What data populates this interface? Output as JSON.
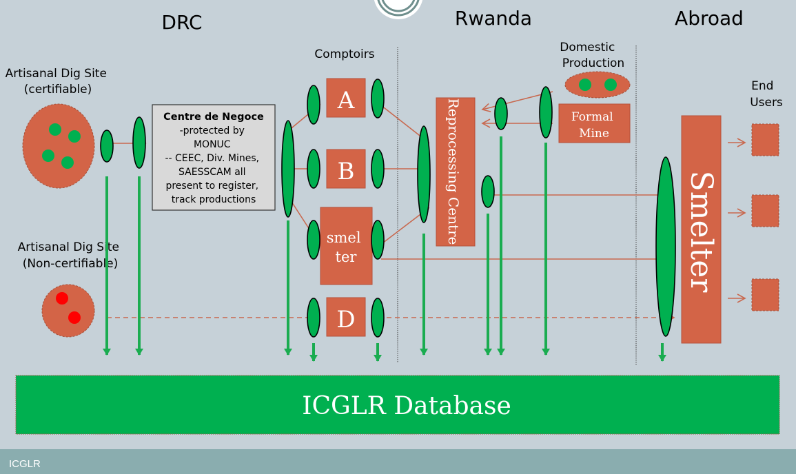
{
  "colors": {
    "background": "#c6d1d8",
    "entity_fill": "#d36447",
    "entity_stroke": "#b5503a",
    "node_green": "#00b050",
    "db_green": "#00b050",
    "flow_arrow": "#c8694f",
    "report_arrow": "#1aac50",
    "footer": "#8aadaf",
    "red_dot": "#ff0000"
  },
  "regions": {
    "drc": "DRC",
    "rwanda": "Rwanda",
    "abroad": "Abroad"
  },
  "labels": {
    "certifiable_site": [
      "Artisanal Dig Site",
      "(certifiable)"
    ],
    "noncertifiable_site": [
      "Artisanal Dig Site",
      "(Non-certifiable)"
    ],
    "comptoirs": "Comptoirs",
    "domestic_production": [
      "Domestic",
      "Production"
    ],
    "end_users": [
      "End",
      "Users"
    ]
  },
  "centre_de_negoce": {
    "title": "Centre de Negoce",
    "lines": [
      "-protected by",
      "MONUC",
      "-- CEEC, Div. Mines,",
      "SAESSCAM all",
      "present to register,",
      "track productions"
    ]
  },
  "comptoir_boxes": {
    "a": "A",
    "b": "B",
    "smelter": [
      "smel",
      "ter"
    ],
    "d": "D"
  },
  "reprocessing_centre": "Reprocessing Centre",
  "formal_mine": [
    "Formal",
    "Mine"
  ],
  "smelter_abroad": "Smelter",
  "database": "ICGLR Database",
  "footer": "ICGLR",
  "end_user_count": 3
}
